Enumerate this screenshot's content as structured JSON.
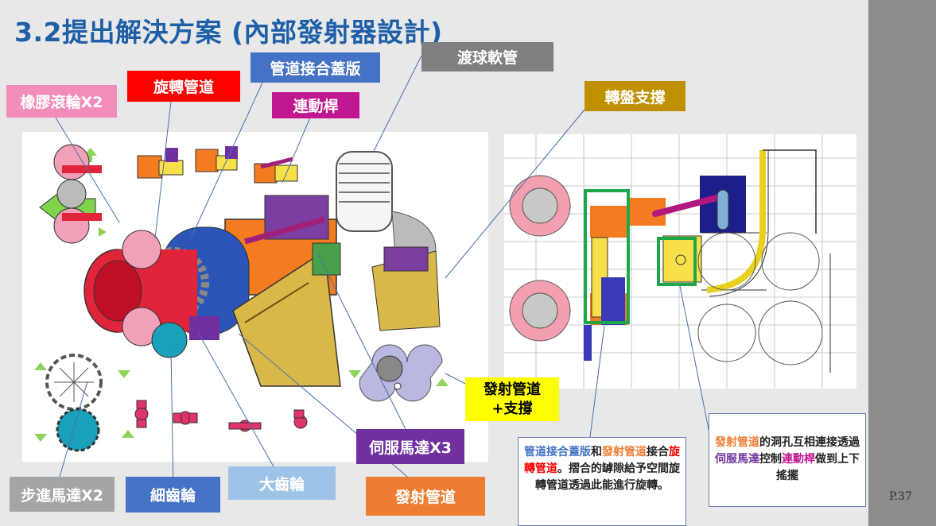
{
  "slide": {
    "title": "3.2提出解決方案 (內部發射器設計)",
    "page_number": "P.37"
  },
  "labels": {
    "rubber_roller": "橡膠滾輪X2",
    "rotating_pipe": "旋轉管道",
    "pipe_cover": "管道接合蓋版",
    "linkage_rod": "連動桿",
    "ball_hose": "渡球軟管",
    "turntable_support": "轉盤支撐",
    "launch_pipe_support": "發射管道\n+支撐",
    "servo_motor": "伺服馬達X3",
    "launch_pipe": "發射管道",
    "big_gear": "大齒輪",
    "small_gear": "細齒輪",
    "stepper_motor": "步進馬達X2"
  },
  "notes": {
    "note1": {
      "part1": "管道接合蓋版",
      "part2": "和",
      "part3": "發射管道",
      "part4": "接合",
      "part5": "旋轉管道",
      "part6": "。摺合的罅隙給予空間旋轉管道透過此能進行旋轉。"
    },
    "note2": {
      "part1": "發射管道",
      "part2": "的洞孔互相連接透過",
      "part3": "伺服馬達",
      "part4": "控制",
      "part5": "連動桿",
      "part6": "做到上下搖擺"
    }
  },
  "colors": {
    "title": "#1f5fa8",
    "pink": "#f28cb8",
    "red": "#ff0000",
    "blue": "#4472c4",
    "magenta": "#c0168f",
    "gray": "#7f7f7f",
    "gold": "#bf9000",
    "yellow": "#ffff00",
    "purple": "#7030a0",
    "orange": "#ed7d31",
    "light_blue": "#9dc3e6",
    "silver": "#a5a5a5",
    "green_box": "#1fa84a"
  }
}
